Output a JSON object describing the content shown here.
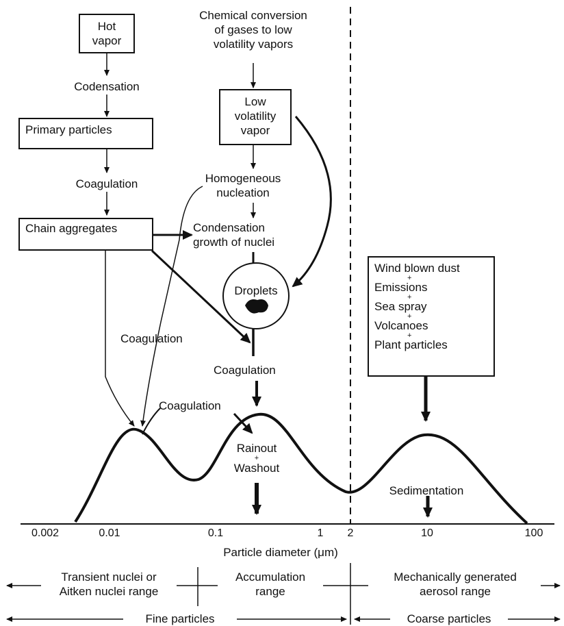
{
  "top": {
    "chemical_conversion": [
      "Chemical conversion",
      "of gases to low",
      "volatility vapors"
    ]
  },
  "boxes": {
    "hot_vapor": [
      "Hot",
      "vapor"
    ],
    "primary_particles": "Primary particles",
    "chain_aggregates": "Chain aggregates",
    "low_volatility_vapor": [
      "Low",
      "volatility",
      "vapor"
    ],
    "droplets": "Droplets",
    "sources": [
      "Wind blown dust",
      "Emissions",
      "Sea spray",
      "Volcanoes",
      "Plant particles"
    ],
    "sources_plus": "+"
  },
  "processes": {
    "codensation": "Codensation",
    "coagulation_1": "Coagulation",
    "homogeneous_nucleation": [
      "Homogeneous",
      "nucleation"
    ],
    "condensation_growth": [
      "Condensation",
      "growth of nuclei"
    ],
    "coagulation_left": "Coagulation",
    "coagulation_mid": "Coagulation",
    "coagulation_peak": "Coagulation",
    "rainout": "Rainout",
    "rainout_plus": "+",
    "washout": "Washout",
    "sedimentation": "Sedimentation"
  },
  "axis": {
    "ticks": [
      "0.002",
      "0.01",
      "0.1",
      "1",
      "2",
      "10",
      "100"
    ],
    "label": "Particle diameter (μm)"
  },
  "ranges": {
    "transient": [
      "Transient nuclei or",
      "Aitken nuclei range"
    ],
    "accumulation": [
      "Accumulation",
      "range"
    ],
    "mechanical": [
      "Mechanically generated",
      "aerosol range"
    ],
    "fine": "Fine particles",
    "coarse": "Coarse particles"
  }
}
